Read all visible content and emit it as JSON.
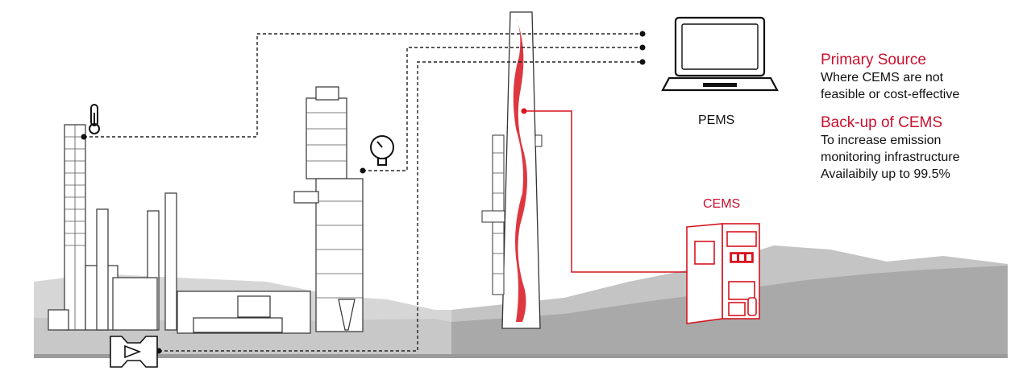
{
  "labels": {
    "pems": "PEMS",
    "cems": "CEMS"
  },
  "info": {
    "primary": {
      "heading": "Primary Source",
      "lines": [
        "Where CEMS are not",
        "feasible or cost-effective"
      ]
    },
    "backup": {
      "heading": "Back-up of CEMS",
      "lines": [
        "To increase emission",
        "monitoring infrastructure",
        "Availaibily up to 99.5%"
      ]
    }
  },
  "colors": {
    "accent": "#c8102e",
    "line": "#222222",
    "ground_dark": "#a9a9a9",
    "ground_light": "#cfcfcf"
  },
  "icons": [
    "thermometer-icon",
    "pressure-gauge-icon",
    "flow-meter-icon",
    "laptop-icon",
    "cems-cabinet-icon"
  ]
}
